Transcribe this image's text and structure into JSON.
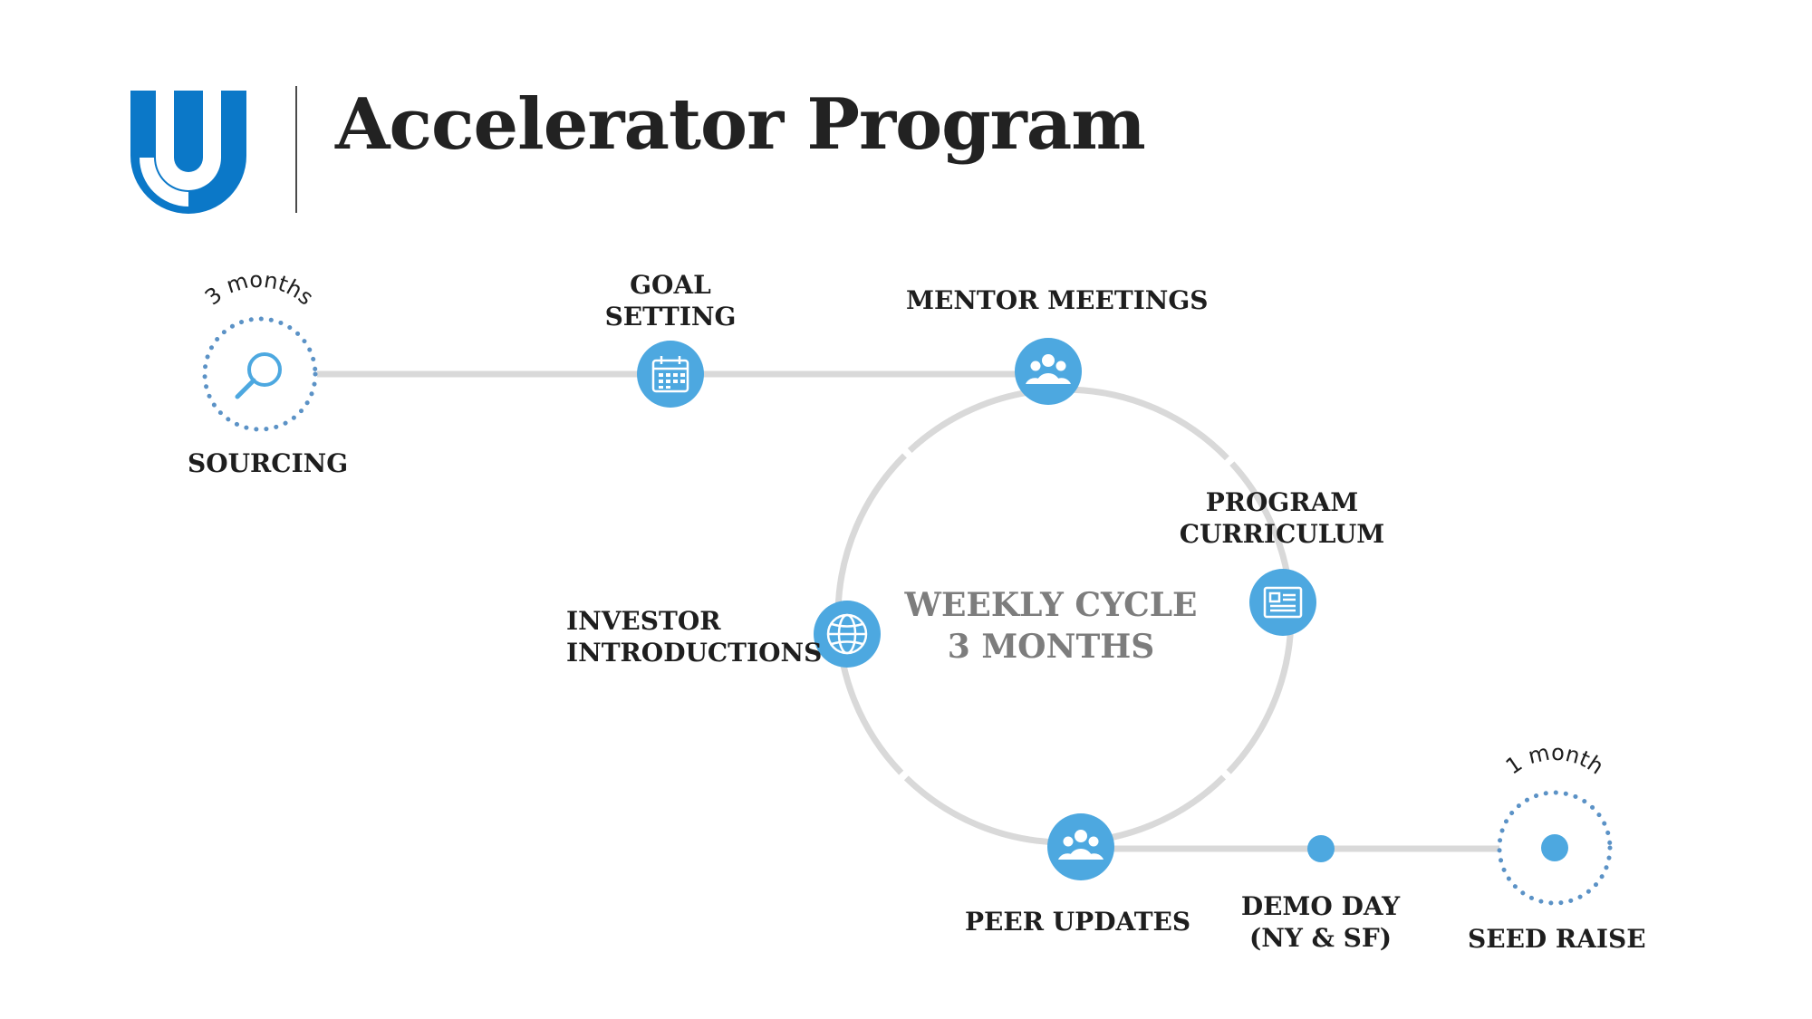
{
  "header": {
    "title": "Accelerator Program"
  },
  "colors": {
    "brand_blue": "#0b78c8",
    "node_blue": "#4da8e0",
    "dot_blue": "#5b92c6",
    "track_gray": "#d9d9d9",
    "text_dark": "#1e1e1e",
    "text_gray": "#7d7d7d"
  },
  "stages": {
    "sourcing": {
      "label": "SOURCING",
      "duration": "3 months",
      "icon": "magnifier-icon"
    },
    "goal_setting": {
      "line1": "GOAL",
      "line2": "SETTING",
      "icon": "calendar-icon"
    },
    "mentor_meetings": {
      "label": "MENTOR MEETINGS",
      "icon": "people-icon"
    },
    "program_curriculum": {
      "line1": "PROGRAM",
      "line2": "CURRICULUM",
      "icon": "document-icon"
    },
    "investor_introductions": {
      "line1": "INVESTOR",
      "line2": "INTRODUCTIONS",
      "icon": "globe-icon"
    },
    "peer_updates": {
      "label": "PEER UPDATES",
      "icon": "people-icon"
    },
    "demo_day": {
      "line1": "DEMO DAY",
      "line2": "(NY & SF)"
    },
    "seed_raise": {
      "label": "SEED RAISE",
      "duration": "1 month"
    }
  },
  "cycle": {
    "line1": "WEEKLY CYCLE",
    "line2": "3 MONTHS"
  }
}
